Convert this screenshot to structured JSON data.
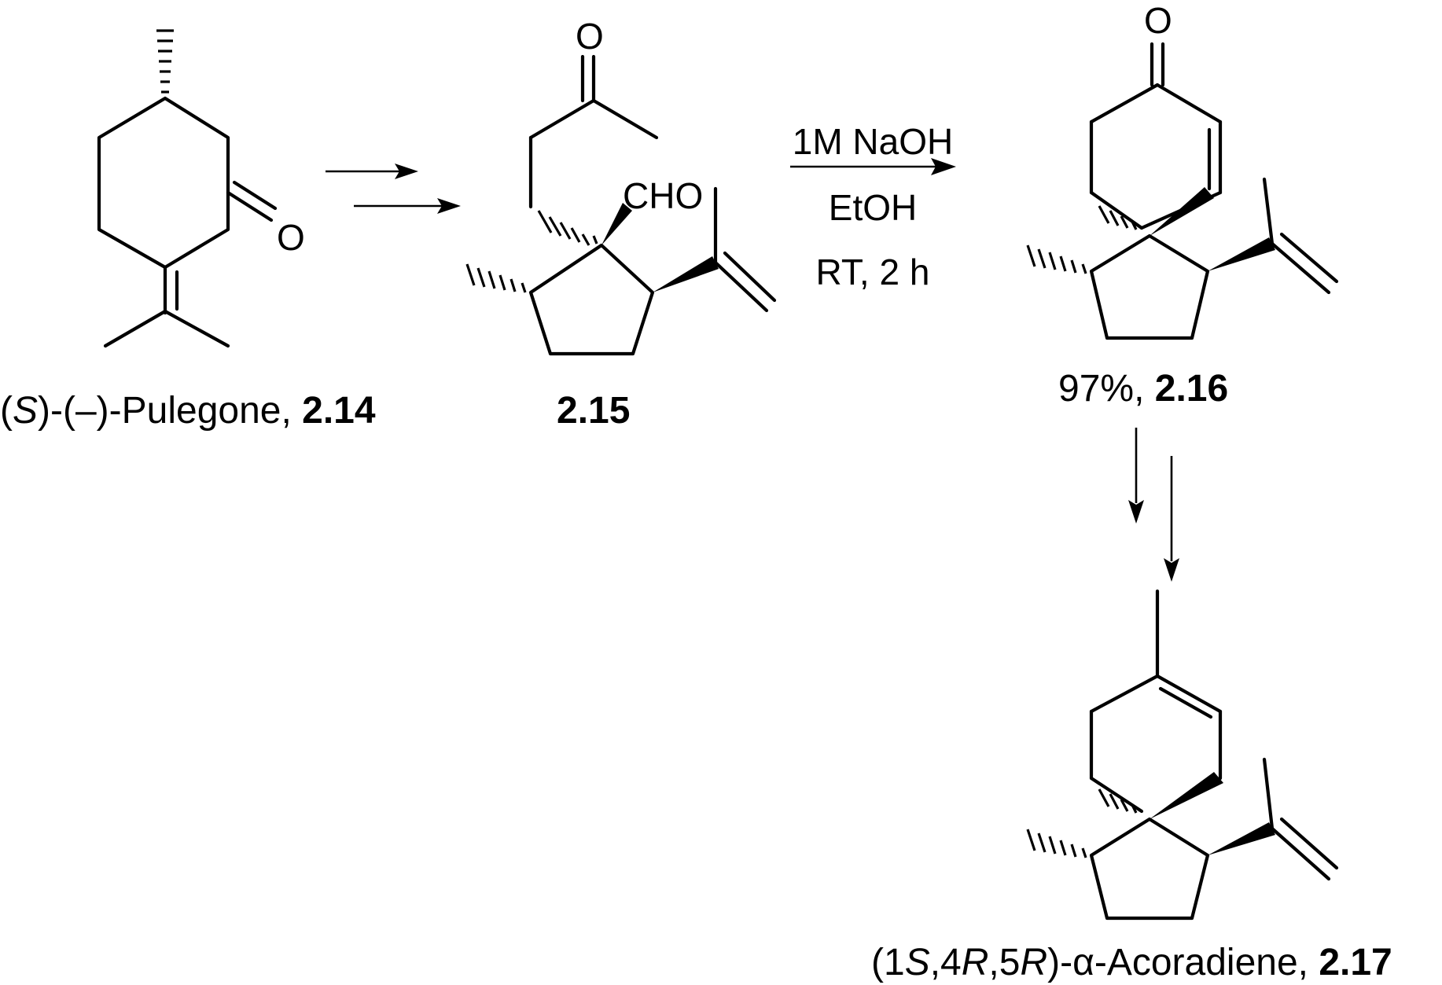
{
  "compounds": {
    "pulegone": {
      "name_prefix_open": "(",
      "name_s": "S",
      "name_rest": ")-(–)-Pulegone, ",
      "number": "2.14"
    },
    "aldehyde": {
      "number": "2.15",
      "cho_label": "CHO",
      "ketone_o": "O"
    },
    "enone": {
      "yield": "97%, ",
      "number": "2.16",
      "ketone_o": "O"
    },
    "acoradiene": {
      "p1": "(1",
      "s": "S",
      "p2": ",4",
      "r1": "R",
      "p3": ",5",
      "r2": "R",
      "p4": ")-α-Acoradiene, ",
      "number": "2.17"
    },
    "pulegone_o": "O"
  },
  "reaction": {
    "reagent_line1": "1M NaOH",
    "reagent_line2": "EtOH",
    "reagent_line3": "RT, 2 h"
  }
}
